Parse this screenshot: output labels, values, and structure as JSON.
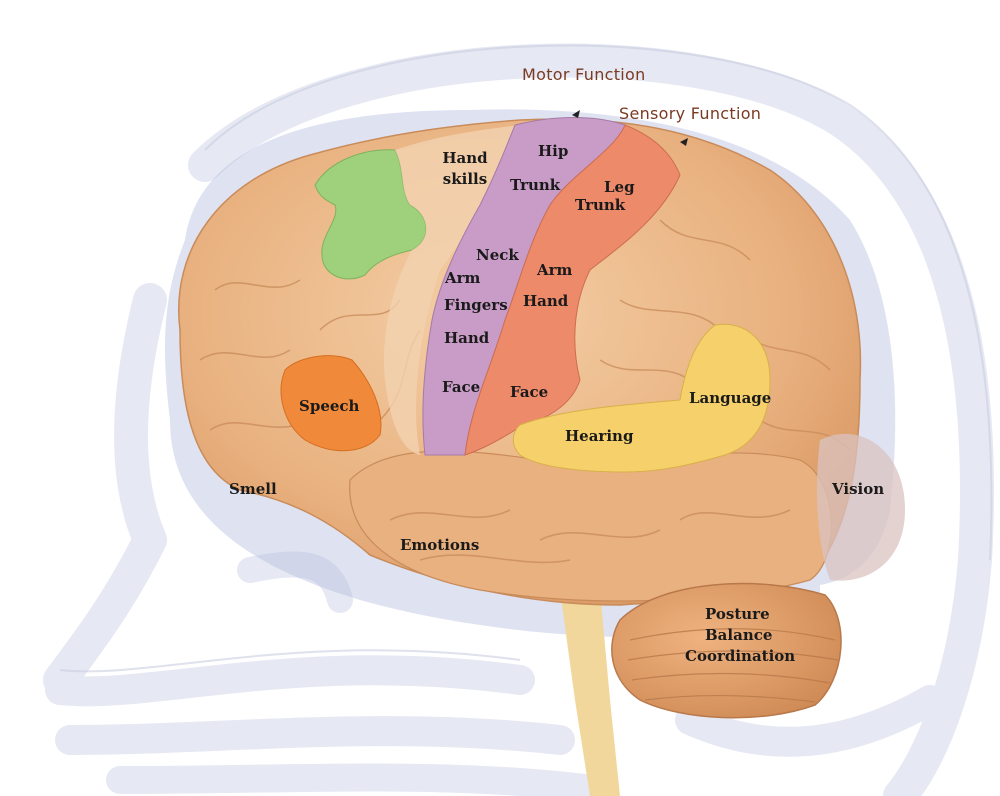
{
  "headings": {
    "motor": "Motor Function",
    "sensory": "Sensory Function"
  },
  "regions": {
    "hand_skills": "Hand skills",
    "speech": "Speech",
    "smell": "Smell",
    "emotions": "Emotions",
    "hearing": "Hearing",
    "language": "Language",
    "vision": "Vision",
    "posture": "Posture",
    "balance": "Balance",
    "coordination": "Coordination"
  },
  "motor_strip": {
    "hip": "Hip",
    "trunk": "Trunk",
    "neck": "Neck",
    "arm": "Arm",
    "fingers": "Fingers",
    "hand": "Hand",
    "face": "Face"
  },
  "sensory_strip": {
    "leg": "Leg",
    "trunk": "Trunk",
    "arm": "Arm",
    "hand": "Hand",
    "face": "Face"
  },
  "colors": {
    "brain": "#eab88a",
    "motor_strip": "#c99cc8",
    "sensory_strip": "#ec8a6a",
    "hand_skills_area": "#9fd07c",
    "speech_area": "#f08a3a",
    "hearing_language_area": "#f6d06a",
    "head_outline": "#e9ebf5",
    "heading_text": "#7a3a22"
  }
}
